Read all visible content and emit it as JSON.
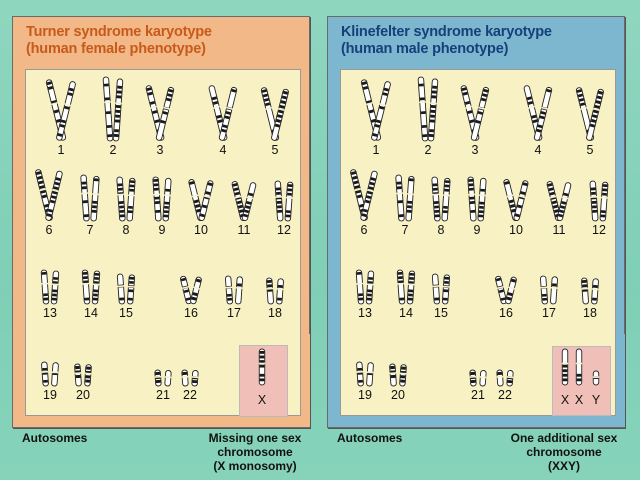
{
  "left": {
    "title_line1": "Turner syndrome karyotype",
    "title_line2": "(human female phenotype)",
    "numbers": [
      "1",
      "2",
      "3",
      "4",
      "5",
      "6",
      "7",
      "8",
      "9",
      "10",
      "11",
      "12",
      "13",
      "14",
      "15",
      "16",
      "17",
      "18",
      "19",
      "20",
      "21",
      "22"
    ],
    "sex_label": "X",
    "caption_autosomes": "Autosomes",
    "caption_sex_line1": "Missing one sex",
    "caption_sex_line2": "chromosome",
    "caption_sex_line3": "(X monosomy)"
  },
  "right": {
    "title_line1": "Klinefelter syndrome karyotype",
    "title_line2": "(human male phenotype)",
    "numbers": [
      "1",
      "2",
      "3",
      "4",
      "5",
      "6",
      "7",
      "8",
      "9",
      "10",
      "11",
      "12",
      "13",
      "14",
      "15",
      "16",
      "17",
      "18",
      "19",
      "20",
      "21",
      "22"
    ],
    "sex_labels": [
      "X",
      "X",
      "Y"
    ],
    "caption_autosomes": "Autosomes",
    "caption_sex_line1": "One additional sex",
    "caption_sex_line2": "chromosome",
    "caption_sex_line3": "(XXY)"
  }
}
